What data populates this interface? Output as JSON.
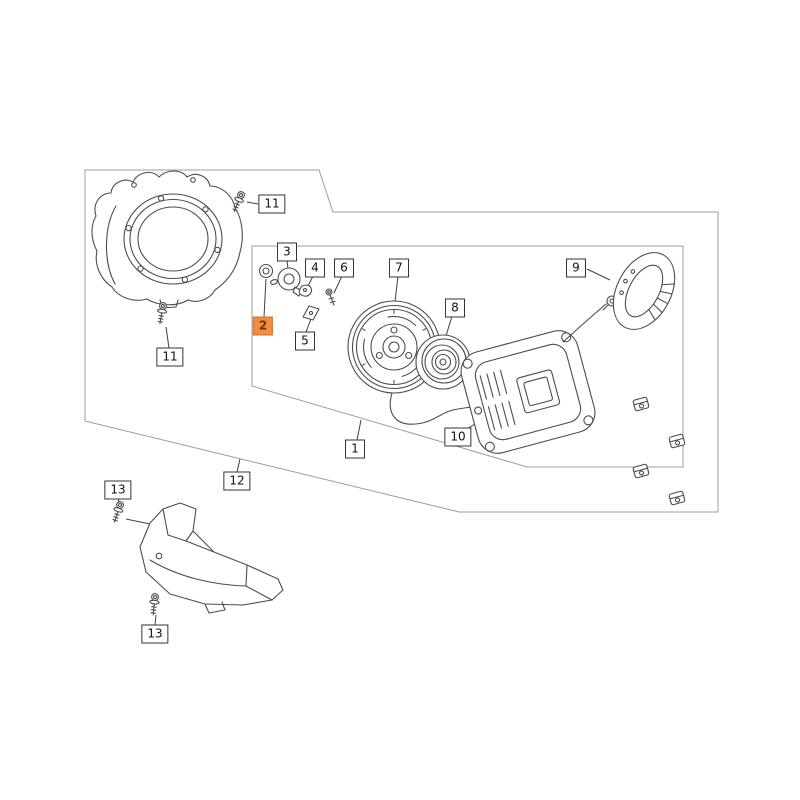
{
  "diagram": {
    "selected_part": "2",
    "highlight_color": "#f08c44",
    "line_color": "#4d4d4d",
    "boundary_color": "#9c9c9c",
    "labels": {
      "bolt_11_top": {
        "text": "11",
        "highlighted": false
      },
      "part_3": {
        "text": "3",
        "highlighted": false
      },
      "part_4": {
        "text": "4",
        "highlighted": false
      },
      "part_6": {
        "text": "6",
        "highlighted": false
      },
      "part_2": {
        "text": "2",
        "highlighted": true
      },
      "part_5": {
        "text": "5",
        "highlighted": false
      },
      "part_7": {
        "text": "7",
        "highlighted": false
      },
      "part_8": {
        "text": "8",
        "highlighted": false
      },
      "part_9": {
        "text": "9",
        "highlighted": false
      },
      "bolt_11_bottom": {
        "text": "11",
        "highlighted": false
      },
      "group_1": {
        "text": "1",
        "highlighted": false
      },
      "part_10": {
        "text": "10",
        "highlighted": false
      },
      "group_12": {
        "text": "12",
        "highlighted": false
      },
      "bolt_13_top": {
        "text": "13",
        "highlighted": false
      },
      "bolt_13_bottom": {
        "text": "13",
        "highlighted": false
      }
    }
  }
}
